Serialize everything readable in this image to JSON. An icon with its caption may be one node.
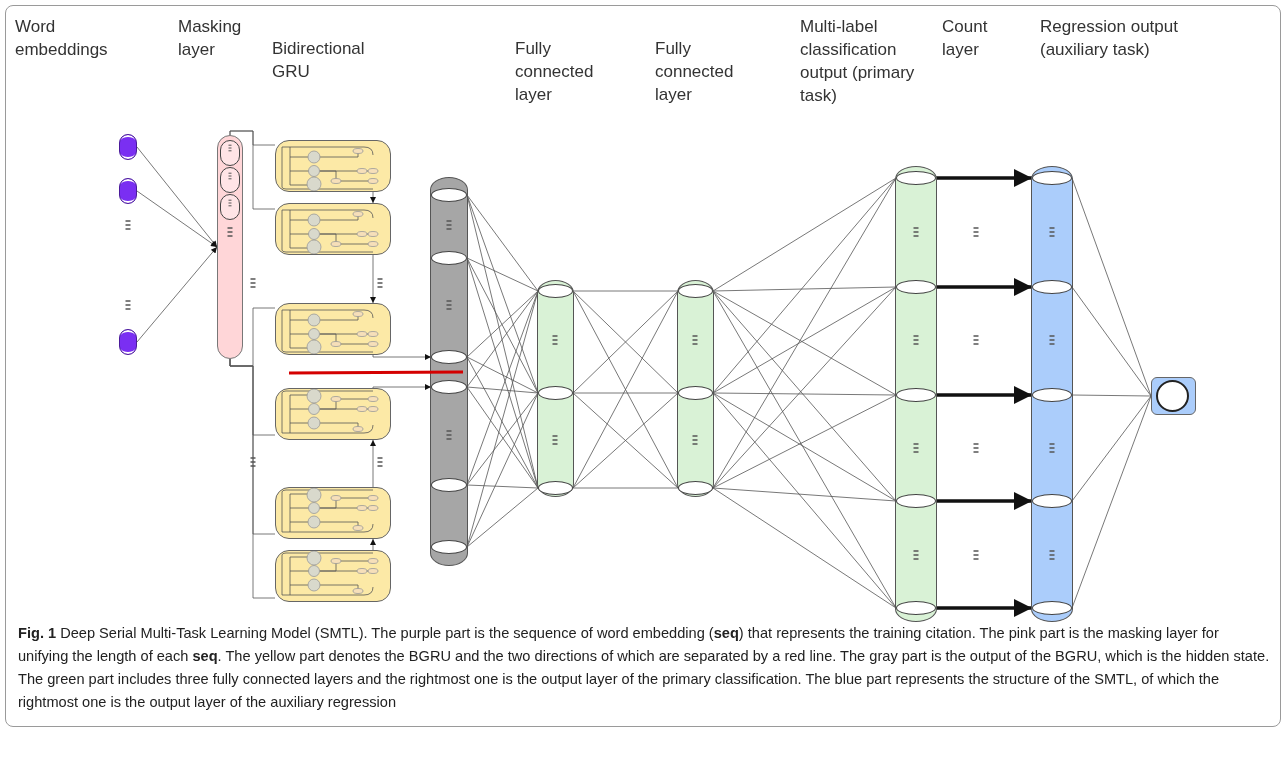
{
  "diagram": {
    "caption": "**Fig. 1** Deep Serial Multi-Task Learning Model (SMTL). The purple part is the sequence of word embedding (**seq**) that represents the training citation. The pink part is the masking layer for unifying the length of each **seq**. The yellow part denotes the BGRU and the two directions of which are separated by a red line. The gray part is the output of the BGRU, which is the hidden state. The green part includes three fully connected layers and the rightmost one is the output layer of the primary classification. The blue part represents the structure of the SMTL, of which the rightmost one is the output layer of the auxiliary regression",
    "labels": [
      "Word embeddings",
      "Masking layer",
      "Bidirectional GRU",
      "Fully connected layer",
      "Fully connected layer",
      "Multi-label classification output (primary task)",
      "Count layer",
      "Regression output (auxiliary task)"
    ],
    "nodes": [
      {
        "text": [],
        "shape": "capsule"
      },
      {
        "text": [],
        "shape": "capsule"
      },
      {
        "text": [],
        "shape": "capsule"
      },
      {
        "text": [],
        "shape": "capsule"
      },
      {
        "text": [],
        "shape": "ellipse",
        "in": 3
      },
      {
        "text": [],
        "shape": "ellipse",
        "in": 3
      },
      {
        "text": [],
        "shape": "ellipse",
        "in": 3
      },
      {
        "text": [],
        "shape": "box"
      },
      {
        "text": [],
        "shape": "box"
      },
      {
        "text": [],
        "shape": "box"
      },
      {
        "text": [],
        "shape": "box"
      },
      {
        "text": [],
        "shape": "box"
      },
      {
        "text": [],
        "shape": "box"
      },
      {
        "text": [],
        "shape": "cylinder"
      },
      {
        "text": [],
        "shape": "ellipse",
        "in": 13
      },
      {
        "text": [],
        "shape": "ellipse",
        "in": 13
      },
      {
        "text": [],
        "shape": "ellipse",
        "in": 13
      },
      {
        "text": [],
        "shape": "ellipse",
        "in": 13
      },
      {
        "text": [],
        "shape": "ellipse",
        "in": 13
      },
      {
        "text": [],
        "shape": "ellipse",
        "in": 13
      },
      {
        "text": [],
        "shape": "cylinder"
      },
      {
        "text": [],
        "shape": "ellipse",
        "in": 20
      },
      {
        "text": [],
        "shape": "ellipse",
        "in": 20
      },
      {
        "text": [],
        "shape": "ellipse",
        "in": 20
      },
      {
        "text": [],
        "shape": "cylinder"
      },
      {
        "text": [],
        "shape": "ellipse",
        "in": 24
      },
      {
        "text": [],
        "shape": "ellipse",
        "in": 24
      },
      {
        "text": [],
        "shape": "ellipse",
        "in": 24
      },
      {
        "text": [],
        "shape": "cylinder"
      },
      {
        "text": [],
        "shape": "ellipse",
        "in": 28
      },
      {
        "text": [],
        "shape": "ellipse",
        "in": 28
      },
      {
        "text": [],
        "shape": "ellipse",
        "in": 28
      },
      {
        "text": [],
        "shape": "ellipse",
        "in": 28
      },
      {
        "text": [],
        "shape": "ellipse",
        "in": 28
      },
      {
        "text": [],
        "shape": "cylinder"
      },
      {
        "text": [],
        "shape": "ellipse",
        "in": 34
      },
      {
        "text": [],
        "shape": "ellipse",
        "in": 34
      },
      {
        "text": [],
        "shape": "ellipse",
        "in": 34
      },
      {
        "text": [],
        "shape": "ellipse",
        "in": 34
      },
      {
        "text": [],
        "shape": "ellipse",
        "in": 34
      },
      {
        "text": [],
        "shape": "box"
      },
      {
        "text": [],
        "shape": "circle",
        "in": 40
      }
    ],
    "edges": [
      {
        "from": 0,
        "to": 3,
        "arrow": "to"
      },
      {
        "from": 1,
        "to": 3,
        "arrow": "to"
      },
      {
        "from": 2,
        "to": 3,
        "arrow": "to"
      },
      {
        "from": 3,
        "to": 7,
        "arrow": "none"
      },
      {
        "from": 3,
        "to": 8,
        "arrow": "none"
      },
      {
        "from": 3,
        "to": 9,
        "arrow": "none"
      },
      {
        "from": 3,
        "to": 10,
        "arrow": "none"
      },
      {
        "from": 3,
        "to": 11,
        "arrow": "none"
      },
      {
        "from": 3,
        "to": 12,
        "arrow": "none"
      },
      {
        "from": 7,
        "to": 8,
        "arrow": "to"
      },
      {
        "from": 8,
        "to": 9,
        "arrow": "to"
      },
      {
        "from": 12,
        "to": 11,
        "arrow": "to"
      },
      {
        "from": 11,
        "to": 10,
        "arrow": "to"
      },
      {
        "from": 9,
        "to": 16,
        "arrow": "to"
      },
      {
        "from": 10,
        "to": 17,
        "arrow": "to"
      },
      {
        "from": 14,
        "to": 21,
        "arrow": "none"
      },
      {
        "from": 14,
        "to": 22,
        "arrow": "none"
      },
      {
        "from": 14,
        "to": 23,
        "arrow": "none"
      },
      {
        "from": 15,
        "to": 21,
        "arrow": "none"
      },
      {
        "from": 15,
        "to": 22,
        "arrow": "none"
      },
      {
        "from": 15,
        "to": 23,
        "arrow": "none"
      },
      {
        "from": 16,
        "to": 21,
        "arrow": "none"
      },
      {
        "from": 16,
        "to": 22,
        "arrow": "none"
      },
      {
        "from": 16,
        "to": 23,
        "arrow": "none"
      },
      {
        "from": 17,
        "to": 21,
        "arrow": "none"
      },
      {
        "from": 17,
        "to": 22,
        "arrow": "none"
      },
      {
        "from": 17,
        "to": 23,
        "arrow": "none"
      },
      {
        "from": 18,
        "to": 21,
        "arrow": "none"
      },
      {
        "from": 18,
        "to": 22,
        "arrow": "none"
      },
      {
        "from": 18,
        "to": 23,
        "arrow": "none"
      },
      {
        "from": 19,
        "to": 21,
        "arrow": "none"
      },
      {
        "from": 19,
        "to": 22,
        "arrow": "none"
      },
      {
        "from": 19,
        "to": 23,
        "arrow": "none"
      },
      {
        "from": 21,
        "to": 25,
        "arrow": "none"
      },
      {
        "from": 21,
        "to": 26,
        "arrow": "none"
      },
      {
        "from": 21,
        "to": 27,
        "arrow": "none"
      },
      {
        "from": 22,
        "to": 25,
        "arrow": "none"
      },
      {
        "from": 22,
        "to": 26,
        "arrow": "none"
      },
      {
        "from": 22,
        "to": 27,
        "arrow": "none"
      },
      {
        "from": 23,
        "to": 25,
        "arrow": "none"
      },
      {
        "from": 23,
        "to": 26,
        "arrow": "none"
      },
      {
        "from": 23,
        "to": 27,
        "arrow": "none"
      },
      {
        "from": 25,
        "to": 29,
        "arrow": "none"
      },
      {
        "from": 25,
        "to": 30,
        "arrow": "none"
      },
      {
        "from": 25,
        "to": 31,
        "arrow": "none"
      },
      {
        "from": 25,
        "to": 32,
        "arrow": "none"
      },
      {
        "from": 25,
        "to": 33,
        "arrow": "none"
      },
      {
        "from": 26,
        "to": 29,
        "arrow": "none"
      },
      {
        "from": 26,
        "to": 30,
        "arrow": "none"
      },
      {
        "from": 26,
        "to": 31,
        "arrow": "none"
      },
      {
        "from": 26,
        "to": 32,
        "arrow": "none"
      },
      {
        "from": 26,
        "to": 33,
        "arrow": "none"
      },
      {
        "from": 27,
        "to": 29,
        "arrow": "none"
      },
      {
        "from": 27,
        "to": 30,
        "arrow": "none"
      },
      {
        "from": 27,
        "to": 31,
        "arrow": "none"
      },
      {
        "from": 27,
        "to": 32,
        "arrow": "none"
      },
      {
        "from": 27,
        "to": 33,
        "arrow": "none"
      },
      {
        "from": 29,
        "to": 35,
        "arrow": "to",
        "style": "thick"
      },
      {
        "from": 30,
        "to": 36,
        "arrow": "to",
        "style": "thick"
      },
      {
        "from": 31,
        "to": 37,
        "arrow": "to",
        "style": "thick"
      },
      {
        "from": 32,
        "to": 38,
        "arrow": "to",
        "style": "thick"
      },
      {
        "from": 33,
        "to": 39,
        "arrow": "to",
        "style": "thick"
      },
      {
        "from": 35,
        "to": 40,
        "arrow": "none"
      },
      {
        "from": 36,
        "to": 40,
        "arrow": "none"
      },
      {
        "from": 37,
        "to": 40,
        "arrow": "none"
      },
      {
        "from": 38,
        "to": 40,
        "arrow": "none"
      },
      {
        "from": 39,
        "to": 40,
        "arrow": "none"
      }
    ]
  }
}
